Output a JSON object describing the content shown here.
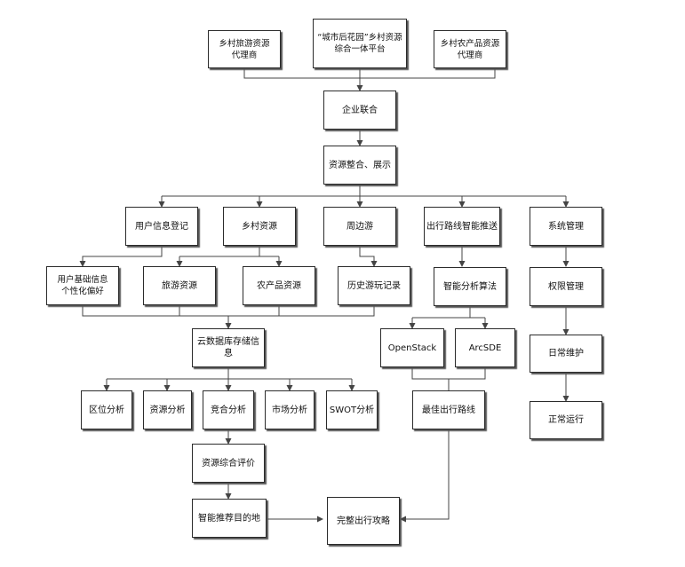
{
  "nodes": {
    "tourism_agent": "乡村旅游资源\n代理商",
    "platform": "“城市后花园”乡村资源\n综合一体平台",
    "agri_agent": "乡村农产品资源\n代理商",
    "alliance": "企业联合",
    "integration": "资源整合、展示",
    "user_register": "用户信息登记",
    "rural_resources": "乡村资源",
    "nearby_tour": "周边游",
    "route_push": "出行路线智能推送",
    "system_mgmt": "系统管理",
    "user_info": "用户基础信息\n个性化偏好",
    "tourism_resources": "旅游资源",
    "agri_resources": "农产品资源",
    "history": "历史游玩记录",
    "algorithm": "智能分析算法",
    "permission": "权限管理",
    "cloud_db": "云数据库存储信息",
    "openstack": "OpenStack",
    "arcsde": "ArcSDE",
    "maintenance": "日常维护",
    "location_analysis": "区位分析",
    "resource_analysis": "资源分析",
    "competition_analysis": "竞合分析",
    "market_analysis": "市场分析",
    "swot_analysis": "SWOT分析",
    "best_route": "最佳出行路线",
    "normal_operation": "正常运行",
    "evaluation": "资源综合评价",
    "recommend": "智能推荐目的地",
    "guide": "完整出行攻略"
  },
  "colors": {
    "border": "#2b2b2b",
    "shadow": "#555555",
    "line": "#444444"
  }
}
